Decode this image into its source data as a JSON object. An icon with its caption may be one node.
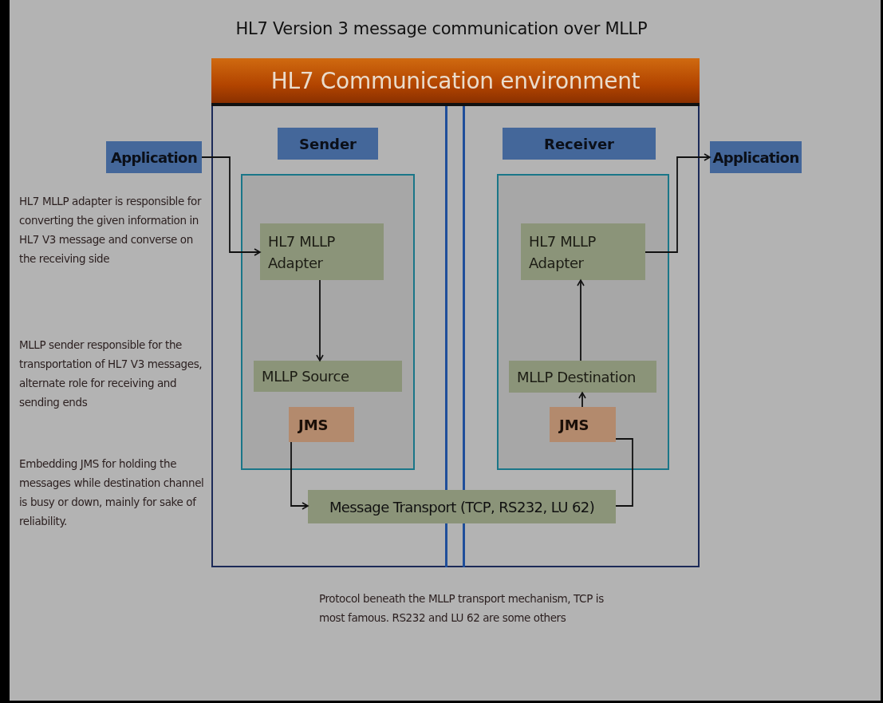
{
  "diagram": {
    "title": "HL7 Version 3 message communication over MLLP",
    "nodes": [
      {
        "text": [
          "HL7 Communication environment"
        ]
      },
      {
        "text": [
          "Sender"
        ],
        "in": 0
      },
      {
        "text": [
          "Receiver"
        ],
        "in": 0
      },
      {
        "text": [],
        "shape": "box",
        "in": 0
      },
      {
        "text": [
          "HL7 MLLP Adapter"
        ],
        "in": 3
      },
      {
        "text": [
          "MLLP Source"
        ],
        "in": 3
      },
      {
        "text": [
          "JMS"
        ],
        "in": 3
      },
      {
        "text": [],
        "shape": "box",
        "in": 0
      },
      {
        "text": [
          "HL7 MLLP Adapter"
        ],
        "in": 7
      },
      {
        "text": [
          "MLLP Destination"
        ],
        "in": 7
      },
      {
        "text": [
          "JMS"
        ],
        "in": 7
      },
      {
        "text": [
          "Message Transport (TCP, RS232, LU 62)"
        ],
        "in": 0
      },
      {
        "text": [
          "Application"
        ]
      },
      {
        "text": [
          "Application"
        ]
      }
    ],
    "edges": [
      {
        "from": 12,
        "to": 4,
        "arrow": "to"
      },
      {
        "from": 4,
        "to": 5,
        "arrow": "to"
      },
      {
        "from": 6,
        "to": 11,
        "arrow": "to"
      },
      {
        "from": 11,
        "to": 10,
        "arrow": "none"
      },
      {
        "from": 10,
        "to": 9,
        "arrow": "to"
      },
      {
        "from": 9,
        "to": 8,
        "arrow": "to"
      },
      {
        "from": 8,
        "to": 13,
        "arrow": "to"
      }
    ],
    "labels": [
      "HL7 MLLP adapter is responsible for converting the given information in HL7 V3 message and converse on the receiving side",
      "MLLP sender responsible for the transportation of HL7 V3 messages, alternate role for receiving and sending ends",
      "Embedding JMS for holding the messages while destination channel is busy or down, mainly for sake of reliability.",
      "Protocol beneath the MLLP transport mechanism, TCP is most famous.  RS232 and LU 62 are some others"
    ]
  }
}
